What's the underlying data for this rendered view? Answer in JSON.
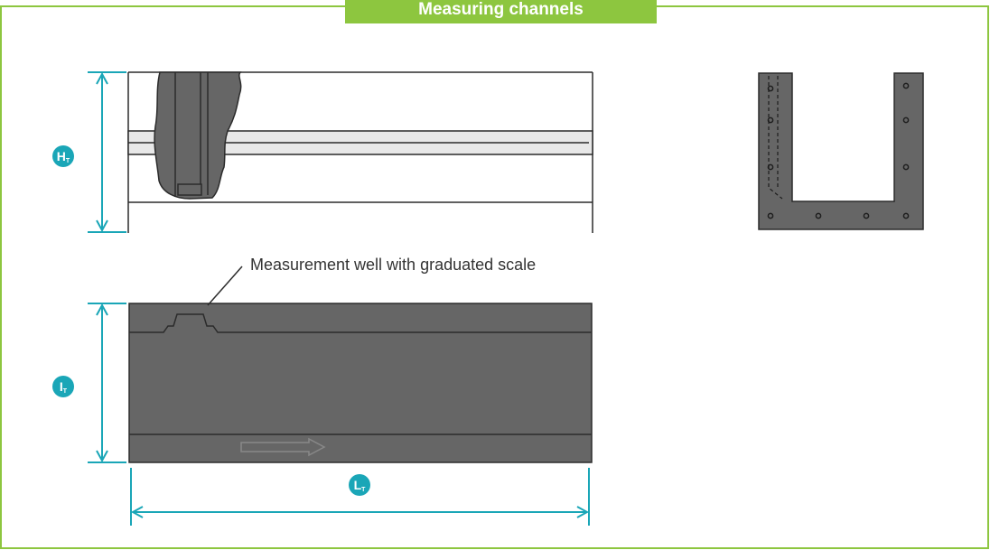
{
  "title": "Measuring channels",
  "callout_label": "Measurement well with graduated scale",
  "dimensions": {
    "height": {
      "letter": "H",
      "subscript": "T"
    },
    "width": {
      "letter": "I",
      "subscript": "T"
    },
    "length": {
      "letter": "L",
      "subscript": "T"
    }
  },
  "colors": {
    "frame": "#8dc63f",
    "dimension": "#1aa6b7",
    "channel": "#666666",
    "outline": "#2b2b2b"
  }
}
